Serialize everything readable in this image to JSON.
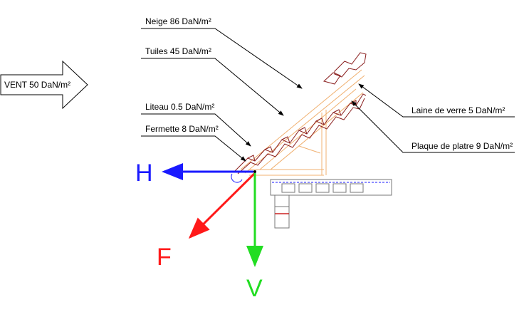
{
  "wind": {
    "label": "VENT 50 DaN/m²"
  },
  "loads": {
    "snow": "Neige 86 DaN/m²",
    "tiles": "Tuiles 45 DaN/m²",
    "batten": "Liteau 0.5 DaN/m²",
    "truss": "Fermette 8 DaN/m²",
    "glass_wool": "Laine de verre 5 DaN/m²",
    "plasterboard": "Plaque de platre 9 DaN/m²"
  },
  "vectors": {
    "h": {
      "label": "H",
      "color": "#1a1aff"
    },
    "f": {
      "label": "F",
      "color": "#ff1a1a"
    },
    "v": {
      "label": "V",
      "color": "#22dd22"
    }
  },
  "colors": {
    "roof_outline": "#8a1f1f",
    "truss": "#f0b070",
    "leader": "#000000"
  }
}
